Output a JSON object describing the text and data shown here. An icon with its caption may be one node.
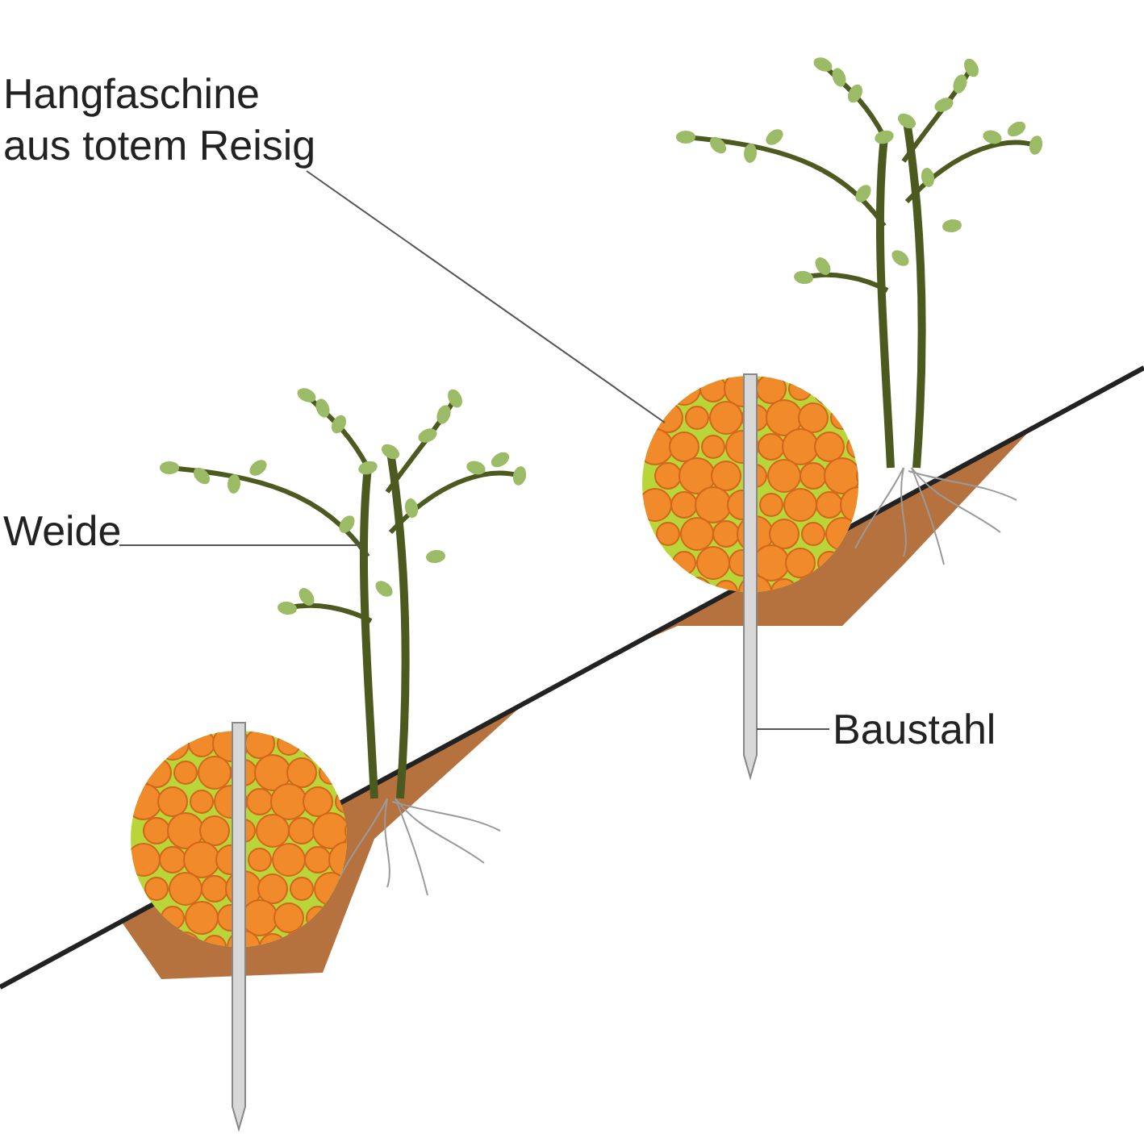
{
  "diagram": {
    "nodes": [
      {
        "text": [
          "Hangfaschine aus totem Reisig"
        ]
      },
      {
        "text": [],
        "shape": "picture"
      },
      {
        "text": [
          "Weide"
        ]
      },
      {
        "text": [],
        "shape": "picture"
      },
      {
        "text": [
          "Baustahl"
        ]
      },
      {
        "text": [],
        "shape": "picture"
      }
    ],
    "edges": [
      {
        "from": 0,
        "to": 1,
        "arrow": "none"
      },
      {
        "from": 2,
        "to": 3,
        "arrow": "none"
      },
      {
        "from": 4,
        "to": 5,
        "arrow": "none"
      }
    ]
  }
}
